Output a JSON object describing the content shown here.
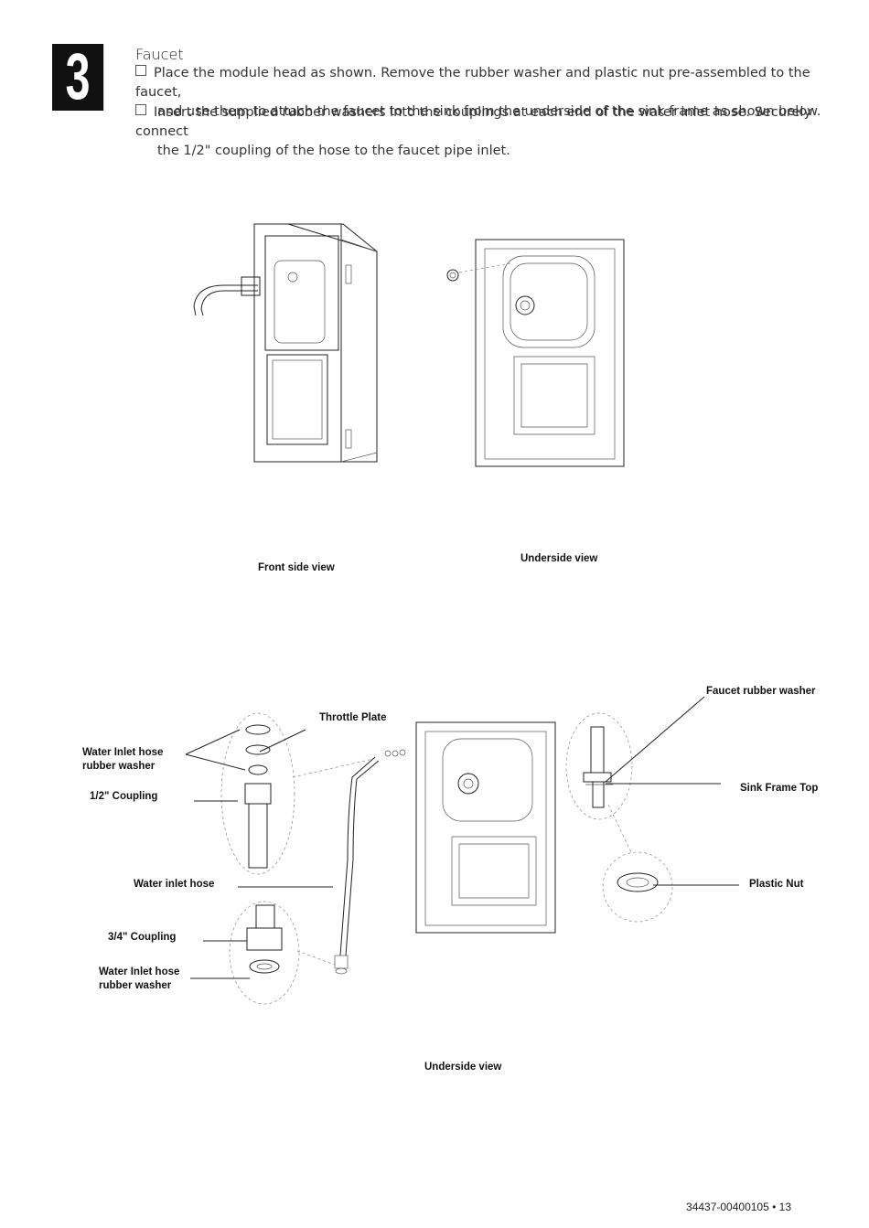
{
  "step": {
    "number": "3",
    "title": "Faucet"
  },
  "instructions": [
    {
      "line1": "Place the module head as shown. Remove the rubber washer and plastic nut pre-assembled to the faucet,",
      "line2": "and use them to attach the faucet to the sink from the underside of the sink frame as shown below."
    },
    {
      "line1": "Insert the supplied rubber washers into the couplings at each end of the water inlet hose. Securely connect",
      "line2": "the 1/2\" coupling of the hose to the faucet pipe inlet."
    }
  ],
  "captions": {
    "front_side_view": "Front side view",
    "underside_view_top": "Underside view",
    "underside_view_bottom": "Underside view"
  },
  "labels": {
    "throttle_plate": "Throttle  Plate",
    "water_inlet_hose_rubber_washer_top_1": "Water Inlet hose",
    "water_inlet_hose_rubber_washer_top_2": "rubber washer",
    "half_coupling": "1/2\" Coupling",
    "water_inlet_hose": "Water inlet hose",
    "three_quarter_coupling": "3/4\" Coupling",
    "water_inlet_hose_rubber_washer_bottom_1": "Water Inlet hose",
    "water_inlet_hose_rubber_washer_bottom_2": "rubber washer",
    "faucet_rubber_washer": "Faucet rubber washer",
    "sink_frame_top": "Sink Frame Top",
    "plastic_nut": "Plastic Nut"
  },
  "footer": {
    "page_ref": "34437-00400105 • 13"
  }
}
